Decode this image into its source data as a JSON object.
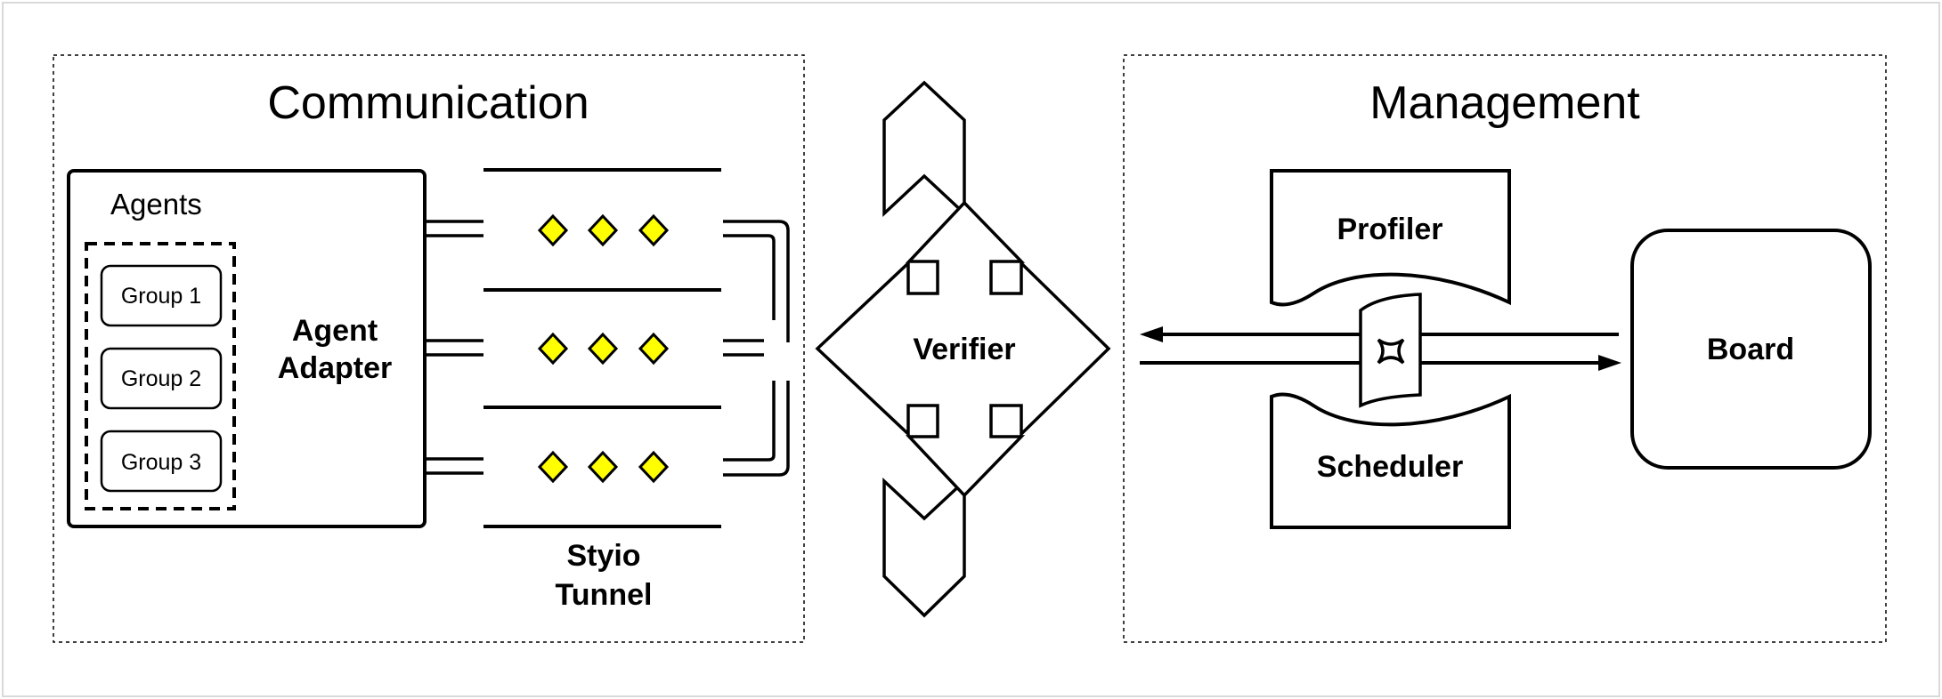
{
  "colors": {
    "stroke": "#000000",
    "background": "#ffffff",
    "diamond_fill": "#ffff00",
    "outer_border": "#d9d9d9"
  },
  "communication": {
    "title": "Communication",
    "agents_label": "Agents",
    "groups": [
      "Group 1",
      "Group 2",
      "Group 3"
    ],
    "adapter_line1": "Agent",
    "adapter_line2": "Adapter",
    "tunnel_line1": "Styio",
    "tunnel_line2": "Tunnel"
  },
  "verifier": {
    "label": "Verifier"
  },
  "management": {
    "title": "Management",
    "profiler": "Profiler",
    "scheduler": "Scheduler",
    "board": "Board",
    "connector_icon": "four-point-star-icon"
  }
}
